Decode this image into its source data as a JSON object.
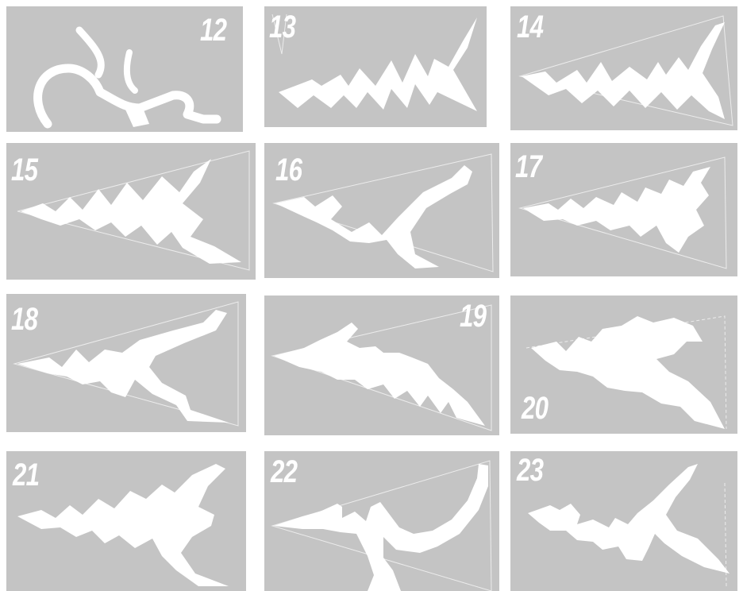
{
  "colors": {
    "panel": "#c4c4c4",
    "cut": "#ffffff",
    "background": "#ffffff"
  },
  "panels": [
    {
      "number": "12",
      "pattern": "snowflake-template-12"
    },
    {
      "number": "13",
      "pattern": "snowflake-template-13"
    },
    {
      "number": "14",
      "pattern": "snowflake-template-14"
    },
    {
      "number": "15",
      "pattern": "snowflake-template-15"
    },
    {
      "number": "16",
      "pattern": "snowflake-template-16"
    },
    {
      "number": "17",
      "pattern": "snowflake-template-17"
    },
    {
      "number": "18",
      "pattern": "snowflake-template-18"
    },
    {
      "number": "19",
      "pattern": "snowflake-template-19"
    },
    {
      "number": "20",
      "pattern": "snowflake-template-20"
    },
    {
      "number": "21",
      "pattern": "snowflake-template-21"
    },
    {
      "number": "22",
      "pattern": "snowflake-template-22"
    },
    {
      "number": "23",
      "pattern": "snowflake-template-23"
    }
  ]
}
